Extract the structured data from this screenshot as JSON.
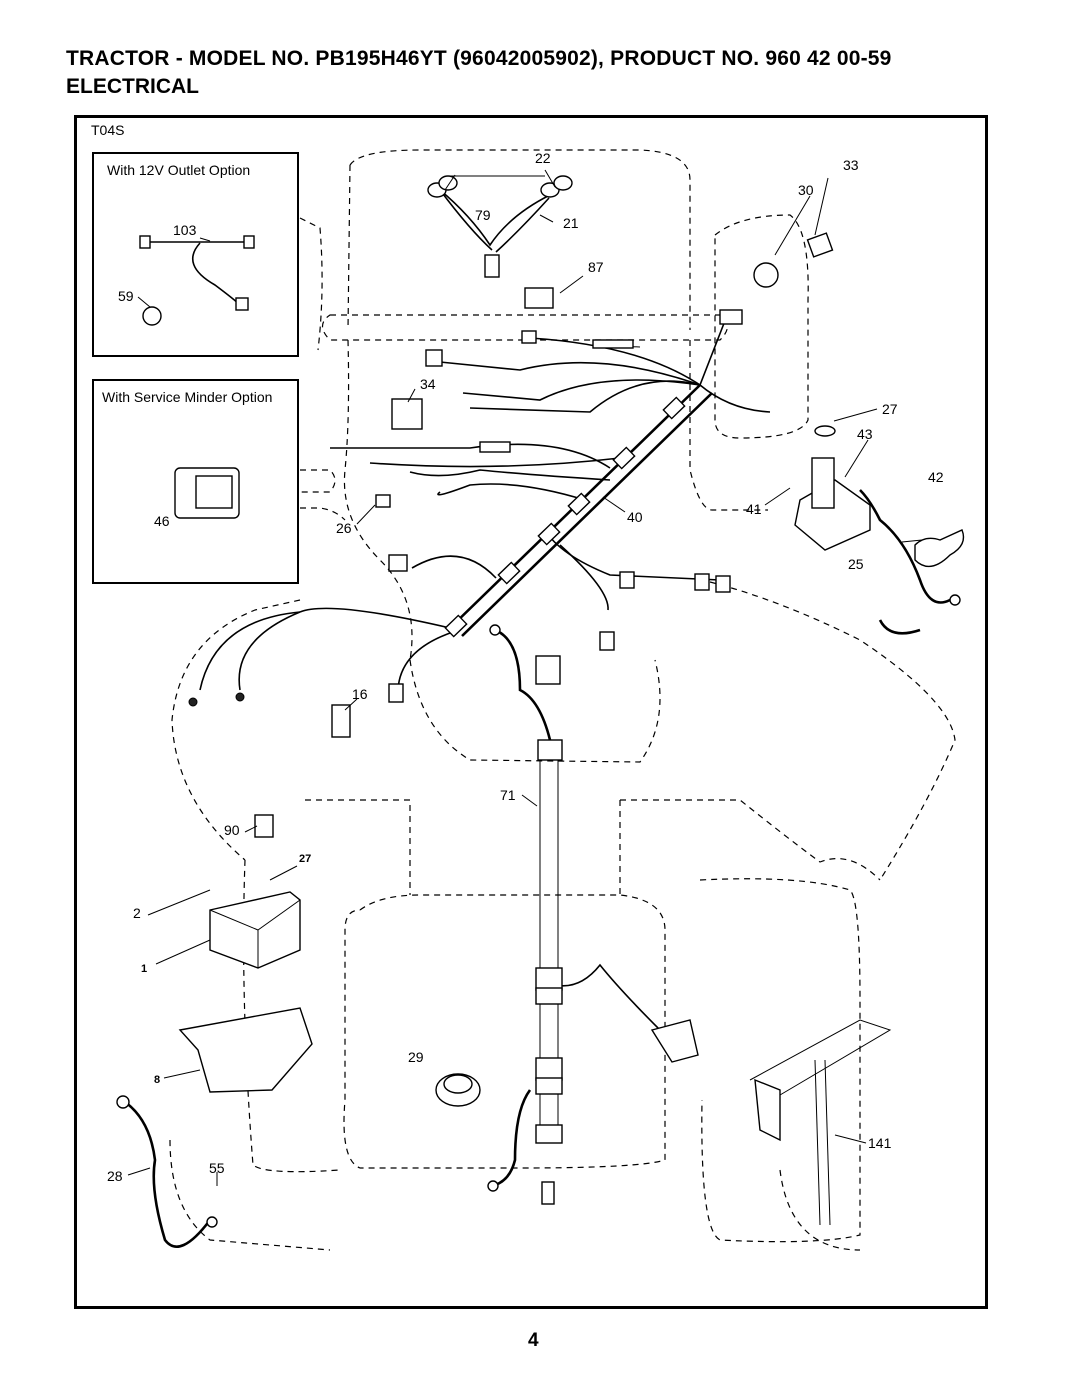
{
  "header": {
    "title": "TRACTOR - MODEL NO. PB195H46YT (96042005902), PRODUCT NO. 960 42 00-59",
    "section": "ELECTRICAL"
  },
  "diagram": {
    "code": "T04S",
    "insets": {
      "outlet": "With 12V Outlet Option",
      "service": "With Service Minder Option"
    },
    "callouts": {
      "c1": "1",
      "c2": "2",
      "c8": "8",
      "c16": "16",
      "c21": "21",
      "c22": "22",
      "c25": "25",
      "c26": "26",
      "c27a": "27",
      "c27b": "27",
      "c28": "28",
      "c29": "29",
      "c30": "30",
      "c33": "33",
      "c34": "34",
      "c40": "40",
      "c41": "41",
      "c42": "42",
      "c43": "43",
      "c46": "46",
      "c55": "55",
      "c59": "59",
      "c71": "71",
      "c79": "79",
      "c87": "87",
      "c90": "90",
      "c103": "103",
      "c141": "141"
    }
  },
  "footer": {
    "page": "4"
  }
}
